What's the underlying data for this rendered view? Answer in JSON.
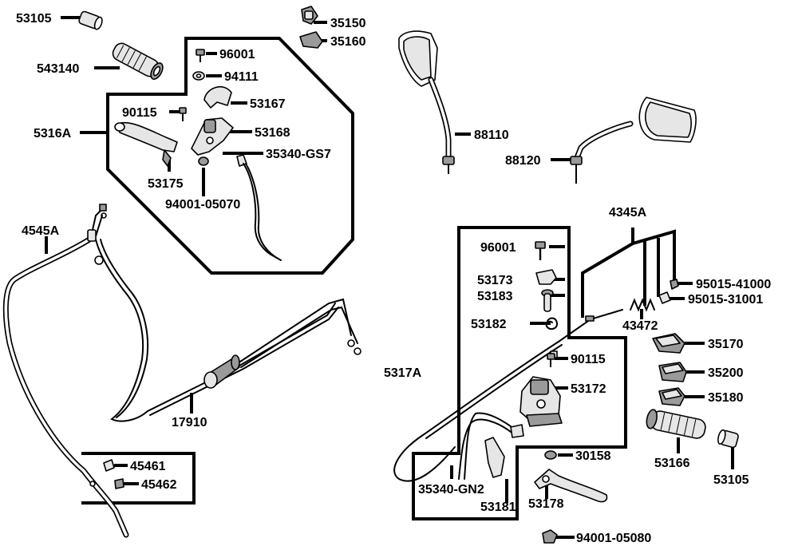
{
  "diagram": {
    "labels": {
      "p53105_top": "53105",
      "p543140": "543140",
      "p35150": "35150",
      "p35160": "35160",
      "p96001_a": "96001",
      "p94111": "94111",
      "p90115_a": "90115",
      "p53167": "53167",
      "p5316A": "5316A",
      "p53168": "53168",
      "p35340_GS7": "35340-GS7",
      "p53175": "53175",
      "p94001_05070": "94001-05070",
      "p88110": "88110",
      "p88120": "88120",
      "p4545A": "4545A",
      "p17910": "17910",
      "p45461": "45461",
      "p45462": "45462",
      "p4345A": "4345A",
      "p96001_b": "96001",
      "p53173": "53173",
      "p53183": "53183",
      "p53182": "53182",
      "p95015_41000": "95015-41000",
      "p95015_31001": "95015-31001",
      "p43472": "43472",
      "p5317A": "5317A",
      "p90115_b": "90115",
      "p53172": "53172",
      "p35170": "35170",
      "p35200": "35200",
      "p35180": "35180",
      "p30158": "30158",
      "p35340_GN2": "35340-GN2",
      "p53181": "53181",
      "p53178": "53178",
      "p53166": "53166",
      "p53105_bottom": "53105",
      "p94001_05080": "94001-05080"
    }
  }
}
